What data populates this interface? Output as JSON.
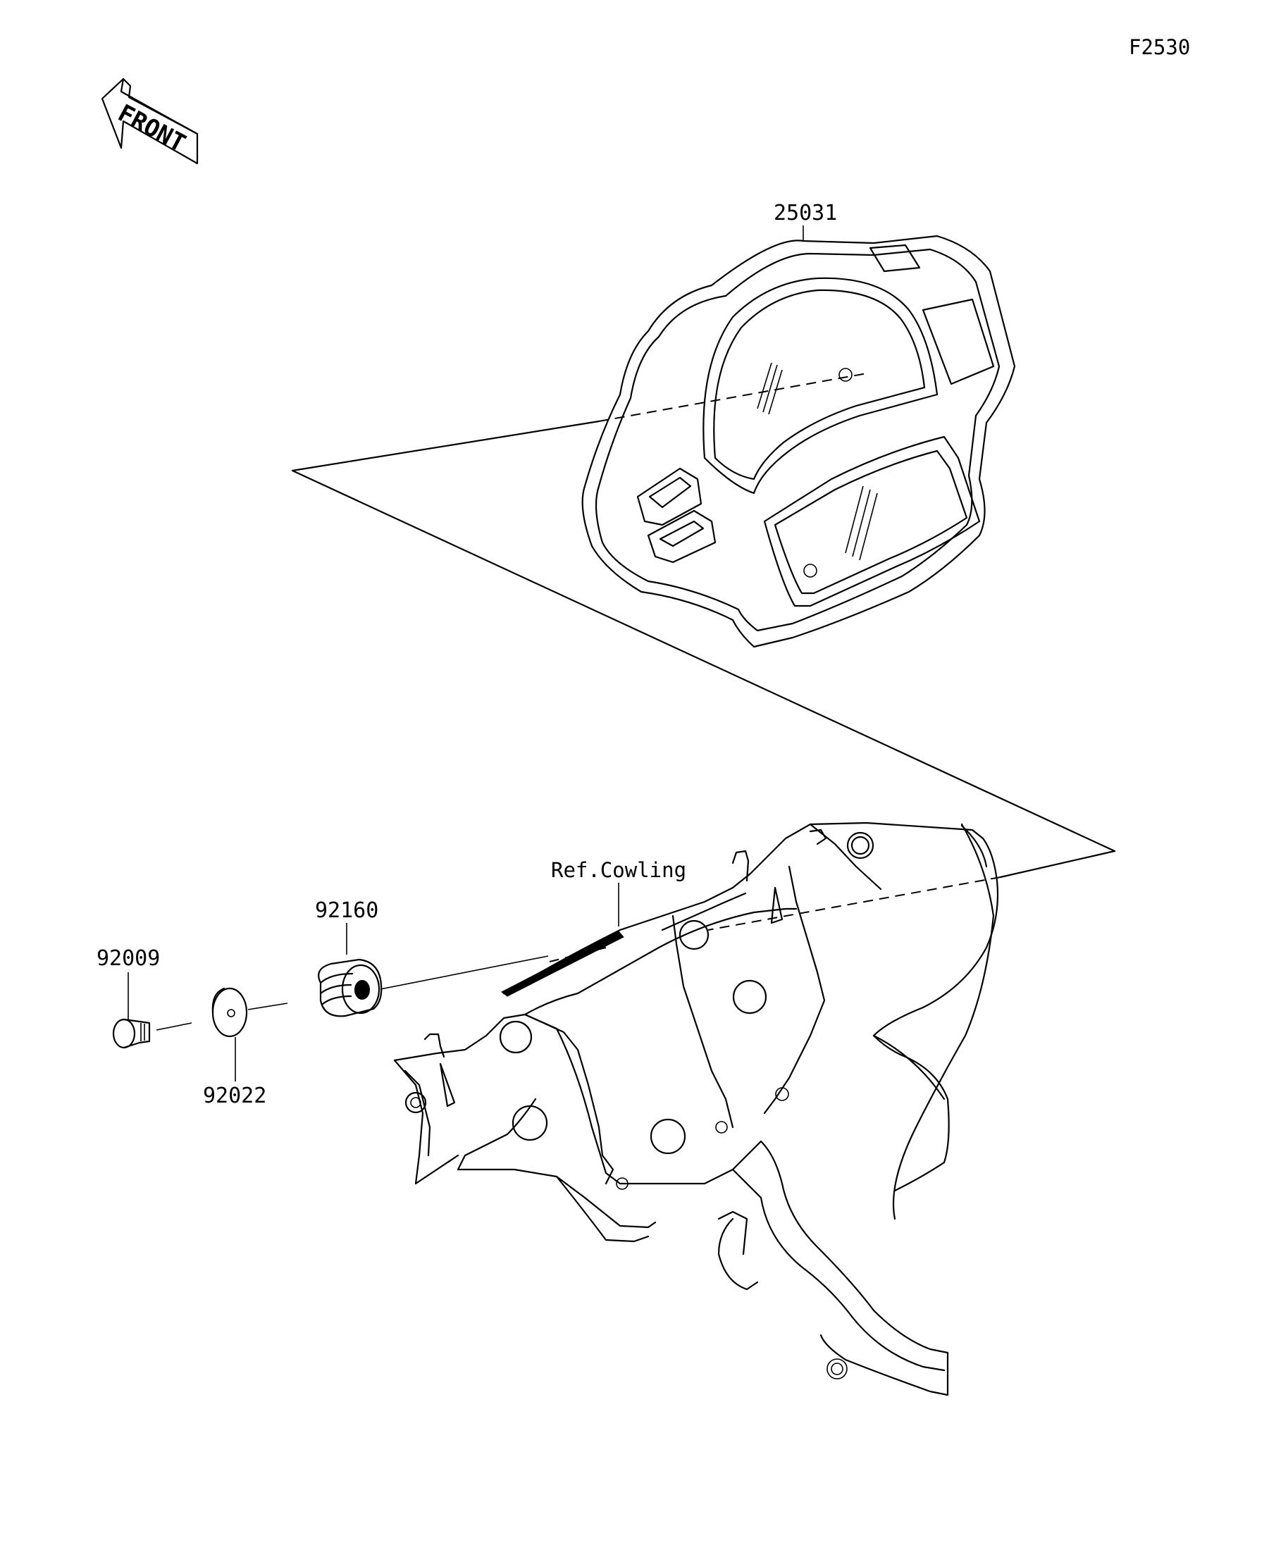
{
  "figure_id": "F2530",
  "front_arrow_label": "FRONT",
  "parts": [
    {
      "number": "25031"
    },
    {
      "number": "92160"
    },
    {
      "number": "92009"
    },
    {
      "number": "92022"
    }
  ],
  "reference_label": "Ref.Cowling"
}
